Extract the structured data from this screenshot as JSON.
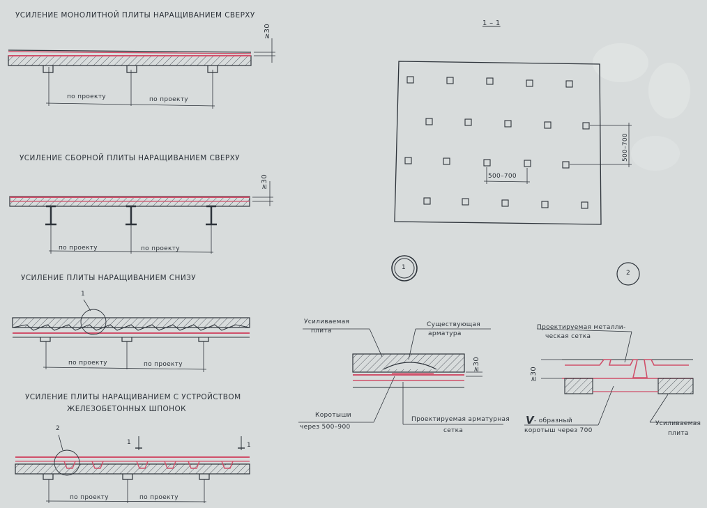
{
  "colors": {
    "ink": "#2d333a",
    "rebar": "#d0506a",
    "paper": "#d8dcdc"
  },
  "diagram_1": {
    "title": "УСИЛЕНИЕ МОНОЛИТНОЙ ПЛИТЫ НАРАЩИВАНИЕМ СВЕРХУ",
    "dim_left": "по проекту",
    "dim_right": "по проекту",
    "thickness": "≥30"
  },
  "diagram_2": {
    "title": "УСИЛЕНИЕ СБОРНОЙ ПЛИТЫ НАРАЩИВАНИЕМ СВЕРХУ",
    "dim_left": "по проекту",
    "dim_right": "по проекту",
    "thickness": "≥30"
  },
  "diagram_3": {
    "title": "УСИЛЕНИЕ ПЛИТЫ НАРАЩИВАНИЕМ СНИЗУ",
    "callout": "1",
    "dim_left": "по проекту",
    "dim_right": "по проекту"
  },
  "diagram_4": {
    "title_line1": "УСИЛЕНИЕ ПЛИТЫ НАРАЩИВАНИЕМ С УСТРОЙСТВОМ",
    "title_line2": "ЖЕЛЕЗОБЕТОННЫХ ШПОНОК",
    "callout": "2",
    "section_mark_left": "1",
    "section_mark_right": "1",
    "dim_left": "по проекту",
    "dim_right": "по проекту"
  },
  "section": {
    "label": "1 – 1",
    "dim_vertical": "500–700",
    "dim_horizontal": "500–700"
  },
  "detail_1": {
    "marker": "1",
    "label_slab_line1": "Усиливаемая",
    "label_slab_line2": "плита",
    "label_existing_line1": "Существующая",
    "label_existing_line2": "арматура",
    "label_short_line1": "Коротыши",
    "label_short_line2": "через 500–900",
    "label_mesh_line1": "Проектируемая арматурная",
    "label_mesh_line2": "сетка",
    "thickness": "≥30"
  },
  "detail_2": {
    "marker": "2",
    "label_mesh_line1": "Проектируемая металли-",
    "label_mesh_line2": "ческая сетка",
    "label_v_prefix": "V",
    "label_v_line1": "- образный",
    "label_v_line2": "коротыш через 700",
    "label_slab_line1": "Усиливаемая",
    "label_slab_line2": "плита",
    "thickness": "≥30"
  }
}
